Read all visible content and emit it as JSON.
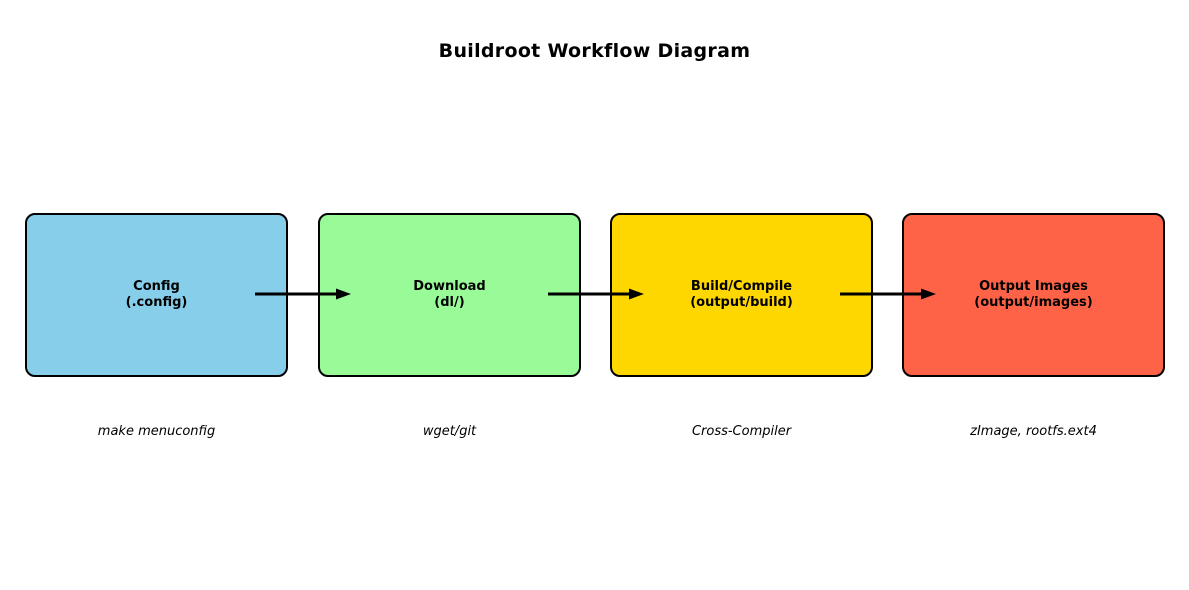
{
  "title": "Buildroot Workflow Diagram",
  "nodes": [
    {
      "label": "Config",
      "sublabel": "(.config)",
      "annotation": "make menuconfig",
      "color": "#87CEEB"
    },
    {
      "label": "Download",
      "sublabel": "(dl/)",
      "annotation": "wget/git",
      "color": "#98FB98"
    },
    {
      "label": "Build/Compile",
      "sublabel": "(output/build)",
      "annotation": "Cross-Compiler",
      "color": "#FFD700"
    },
    {
      "label": "Output Images",
      "sublabel": "(output/images)",
      "annotation": "zImage, rootfs.ext4",
      "color": "#FF6347"
    }
  ],
  "edges": [
    {
      "from": "Config",
      "to": "Download"
    },
    {
      "from": "Download",
      "to": "Build/Compile"
    },
    {
      "from": "Build/Compile",
      "to": "Output Images"
    }
  ],
  "colors": {
    "background": "#FFFFFF",
    "border": "#000000",
    "arrow": "#000000",
    "text": "#000000"
  }
}
